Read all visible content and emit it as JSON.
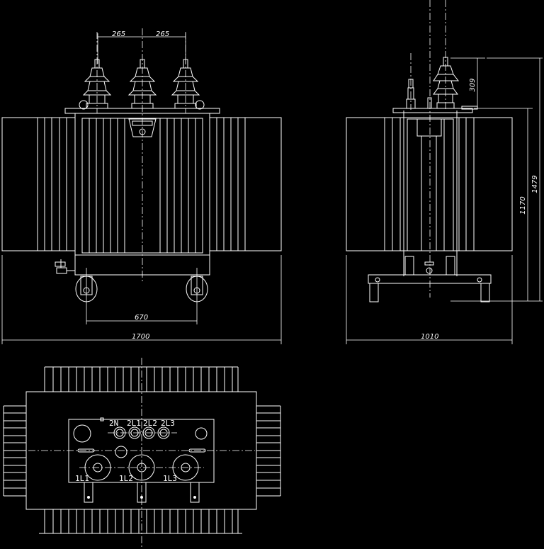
{
  "drawing": {
    "type": "transformer_technical_drawing",
    "background": "#000000",
    "line_color": "#ffffff",
    "views": {
      "front": {
        "dimensions": {
          "bushing_spacing_left": "265",
          "bushing_spacing_right": "265",
          "wheel_gauge": "670",
          "overall_width": "1700"
        }
      },
      "side": {
        "dimensions": {
          "bushing_height": "309",
          "tank_height": "1170",
          "overall_height": "1479",
          "overall_depth": "1010"
        }
      },
      "top": {
        "lv_terminals": [
          "2N",
          "2L1",
          "2L2",
          "2L3"
        ],
        "hv_terminals": [
          "1L1",
          "1L2",
          "1L3"
        ]
      }
    }
  }
}
